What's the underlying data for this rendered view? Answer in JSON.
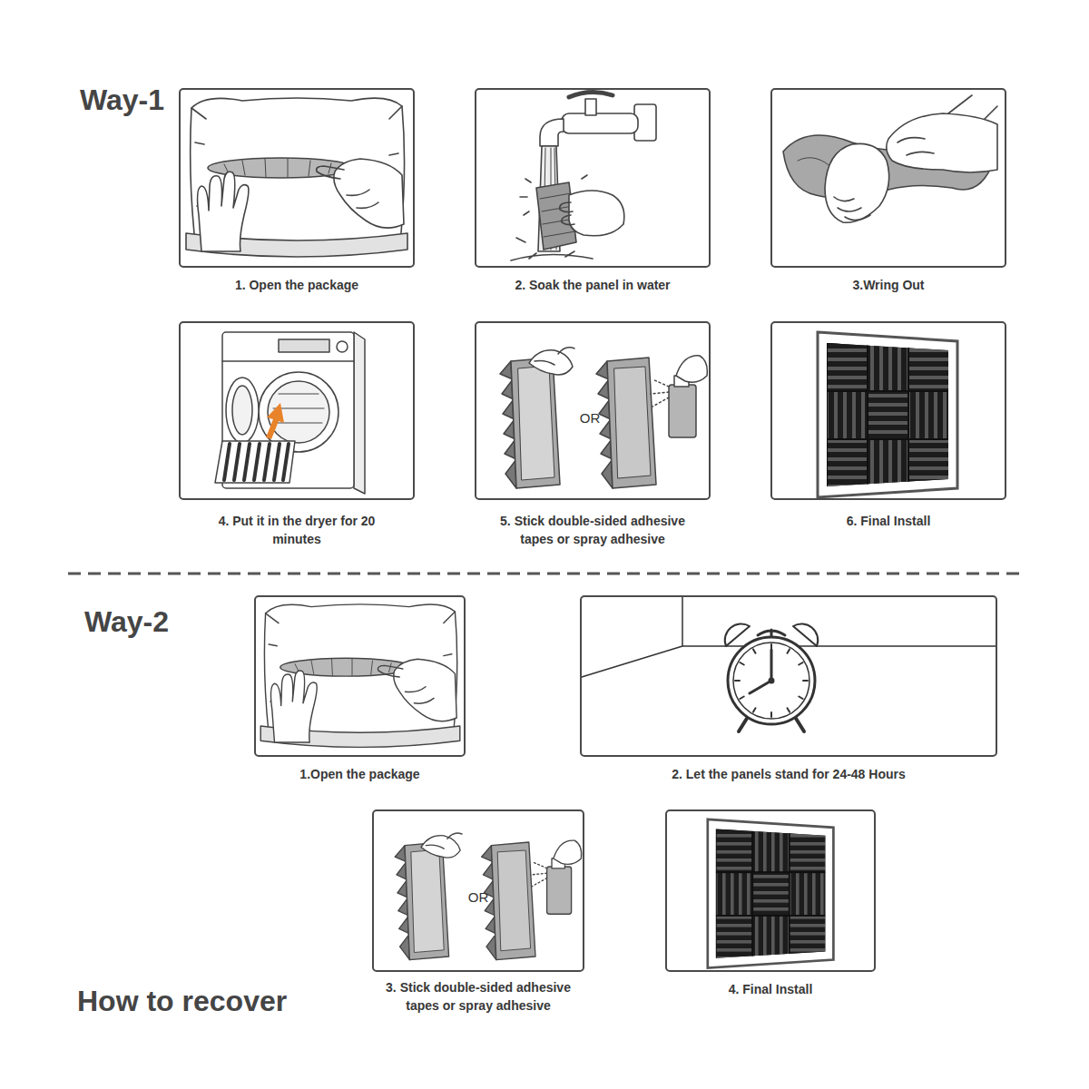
{
  "diagram": {
    "title": "How to recover",
    "nodes": [
      {
        "text": [
          "1. Open the package"
        ]
      },
      {
        "text": [
          "2. Soak the panel in water"
        ]
      },
      {
        "text": [
          "3.Wring Out"
        ]
      },
      {
        "text": [
          "4. Put it in the dryer for 20 minutes"
        ]
      },
      {
        "text": [
          "5. Stick double-sided adhesive tapes or spray adhesive"
        ]
      },
      {
        "text": [
          "6. Final Install"
        ]
      },
      {
        "text": [
          "1.Open the package"
        ]
      },
      {
        "text": [
          "2. Let the panels stand for 24-48 Hours"
        ]
      },
      {
        "text": [
          "3. Stick double-sided adhesive tapes or spray adhesive"
        ]
      },
      {
        "text": [
          "4. Final Install"
        ]
      }
    ],
    "labels": [
      "Way-1",
      "Way-2",
      "OR",
      "OR"
    ]
  }
}
